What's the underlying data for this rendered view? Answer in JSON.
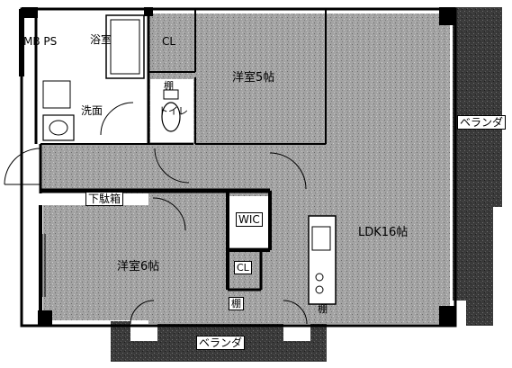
{
  "plan": {
    "rooms": {
      "mb_ps": "MB PS",
      "bathroom": "浴室",
      "closet_top": "CL",
      "western_room_5": "洋室5帖",
      "washroom": "洗面",
      "shelf_toilet": "棚",
      "toilet": "トイレ",
      "shoe_cabinet": "下駄箱",
      "wic": "WIC",
      "ldk": "LDK16帖",
      "western_room_6": "洋室6帖",
      "closet_small": "CL",
      "shelf_lower": "棚",
      "shelf_kitchen": "棚",
      "veranda_right": "ベランダ",
      "veranda_bottom": "ベランダ"
    },
    "colors": {
      "floor_tone": "#9a9a9a",
      "veranda_tone": "#3e3e3e",
      "wall": "#000000"
    }
  }
}
